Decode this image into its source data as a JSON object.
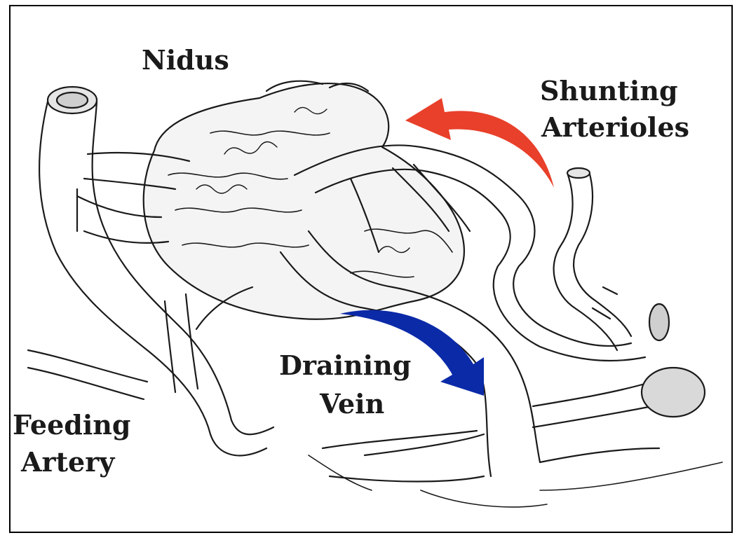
{
  "labels": {
    "nidus": "Nidus",
    "shunting": [
      "Shunting",
      "Arterioles"
    ],
    "draining": [
      "Draining",
      "Vein"
    ],
    "feeding": [
      "Feeding",
      "Artery"
    ]
  },
  "colors": {
    "shunting_arrow": "#e8402a",
    "draining_arrow": "#0b2aa8",
    "ink": "#1a1a1a",
    "border": "#000000"
  },
  "icons": {
    "shunting_arrow": "curved-arrow-left-icon",
    "draining_arrow": "curved-arrow-down-right-icon"
  }
}
